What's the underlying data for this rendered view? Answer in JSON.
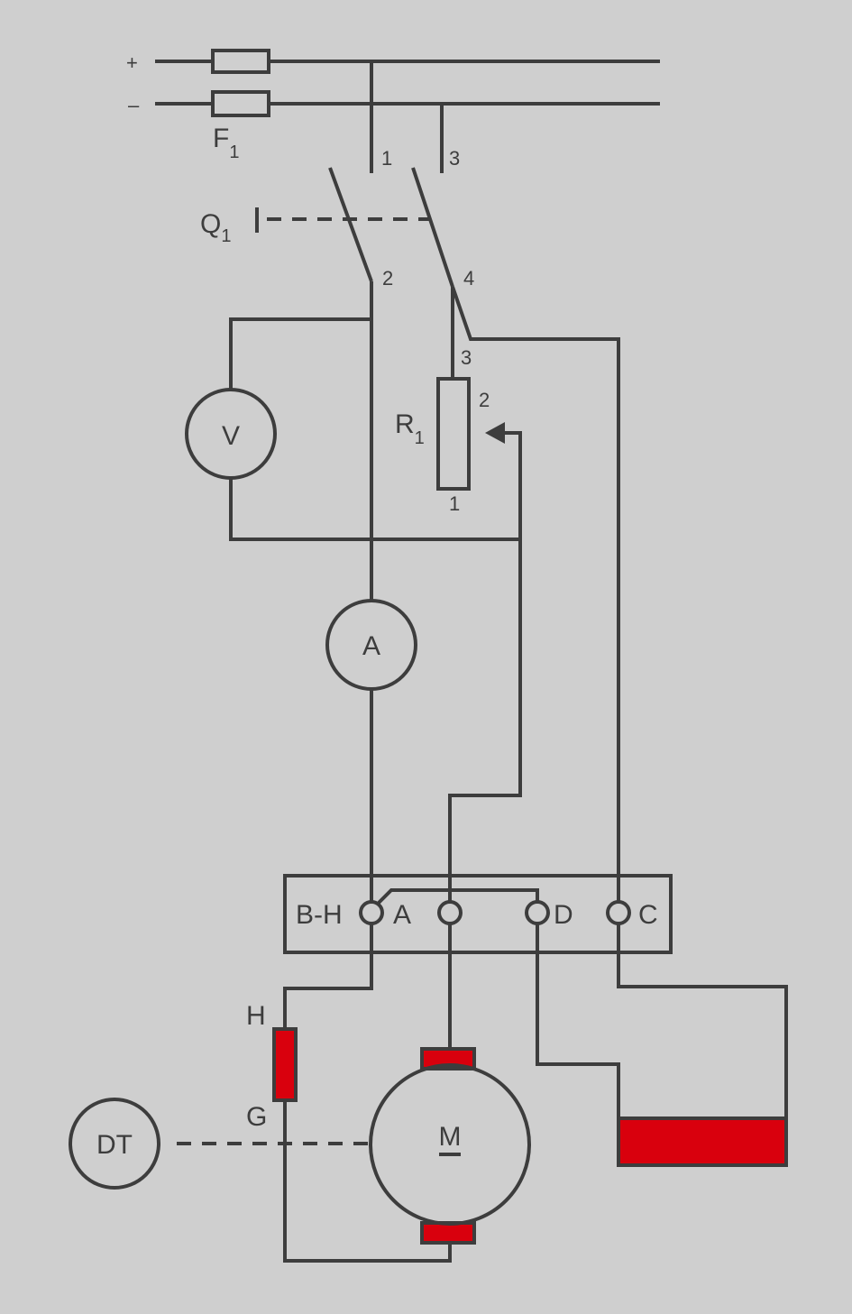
{
  "supply": {
    "plus": "+",
    "minus": "–"
  },
  "fuse": {
    "name": "F",
    "sub": "1"
  },
  "switch": {
    "name": "Q",
    "sub": "1",
    "terminals": {
      "t1": "1",
      "t2": "2",
      "t3": "3",
      "t4": "4"
    }
  },
  "rheostat": {
    "name": "R",
    "sub": "1",
    "terminals": {
      "t1": "1",
      "t2": "2",
      "t3": "3"
    }
  },
  "voltmeter": {
    "label": "V"
  },
  "ammeter": {
    "label": "A"
  },
  "terminal_box": {
    "terminals": [
      {
        "label": "B-H"
      },
      {
        "label": "A"
      },
      {
        "label": "D"
      },
      {
        "label": "C"
      }
    ]
  },
  "field_winding": {
    "top": "H",
    "bottom": "G"
  },
  "motor": {
    "label": "M"
  },
  "tachogenerator": {
    "label": "DT"
  },
  "colors": {
    "wire": "#3d3d3d",
    "winding": "#d9000d",
    "background": "#cfcfcf"
  }
}
